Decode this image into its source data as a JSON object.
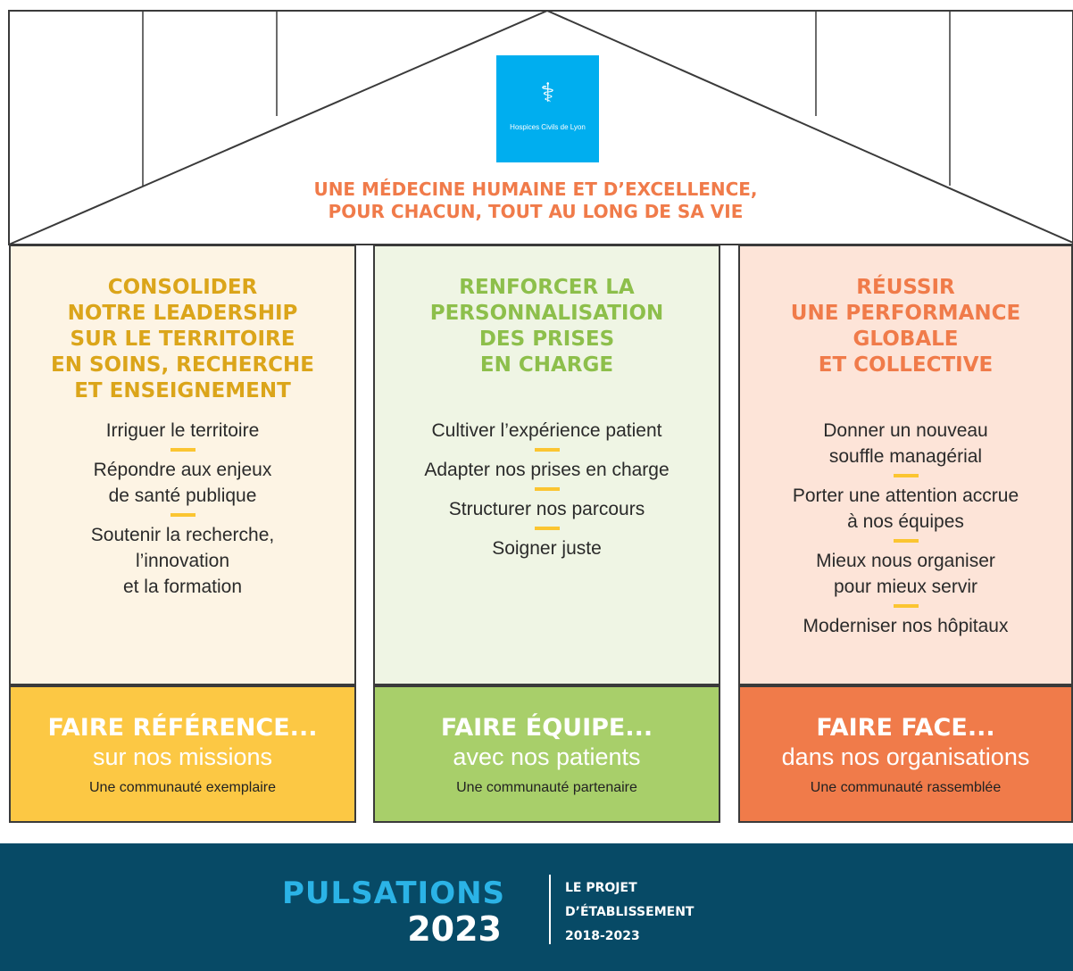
{
  "logo": {
    "name": "Hospices Civils de Lyon",
    "icon": "hospital-logo-icon"
  },
  "mission": {
    "line1": "UNE MÉDECINE HUMAINE ET D’EXCELLENCE,",
    "line2": "POUR CHACUN, TOUT AU LONG DE SA VIE"
  },
  "colors": {
    "yellow_light": "#fdf4e4",
    "green_light": "#eff5e4",
    "orange_light": "#fde4d8",
    "yellow": "#fcc844",
    "green": "#a8cf6a",
    "orange": "#f07b4a",
    "title_yellow": "#dba51a",
    "title_green": "#8dbf4b",
    "title_orange": "#f07b4a",
    "footer": "#074a66",
    "logo": "#00aeef"
  },
  "pillars": [
    {
      "title": [
        "CONSOLIDER",
        "NOTRE LEADERSHIP",
        "SUR LE TERRITOIRE",
        "EN SOINS, RECHERCHE",
        "ET ENSEIGNEMENT"
      ],
      "items": [
        "Irriguer le territoire",
        "Répondre aux enjeux de santé publique",
        "Soutenir la recherche, l’innovation et la formation"
      ],
      "item_lines": [
        [
          "Irriguer le territoire"
        ],
        [
          "Répondre aux enjeux",
          "de santé publique"
        ],
        [
          "Soutenir la recherche,",
          "l’innovation",
          "et la formation"
        ]
      ],
      "base_head": "FAIRE RÉFÉRENCE...",
      "base_sub": "sur nos missions",
      "base_community": "Une communauté exemplaire"
    },
    {
      "title": [
        "RENFORCER LA",
        "PERSONNALISATION",
        "DES PRISES",
        "EN CHARGE"
      ],
      "items": [
        "Cultiver l’expérience patient",
        "Adapter nos prises en charge",
        "Structurer nos parcours",
        "Soigner juste"
      ],
      "item_lines": [
        [
          "Cultiver l’expérience patient"
        ],
        [
          "Adapter nos prises en charge"
        ],
        [
          "Structurer nos parcours"
        ],
        [
          "Soigner juste"
        ]
      ],
      "base_head": "FAIRE ÉQUIPE...",
      "base_sub": "avec nos patients",
      "base_community": "Une communauté partenaire"
    },
    {
      "title": [
        "RÉUSSIR",
        "UNE PERFORMANCE",
        "GLOBALE",
        "ET COLLECTIVE"
      ],
      "items": [
        "Donner un nouveau souffle managérial",
        "Porter une attention accrue à nos équipes",
        "Mieux nous organiser pour mieux servir",
        "Moderniser nos hôpitaux"
      ],
      "item_lines": [
        [
          "Donner un nouveau",
          "souffle managérial"
        ],
        [
          "Porter une attention accrue",
          "à nos équipes"
        ],
        [
          "Mieux nous organiser",
          "pour mieux servir"
        ],
        [
          "Moderniser nos hôpitaux"
        ]
      ],
      "base_head": "FAIRE FACE...",
      "base_sub": "dans nos organisations",
      "base_community": "Une communauté rassemblée"
    }
  ],
  "footer": {
    "brand_word": "PULSATIONS",
    "brand_year": "2023",
    "project_lines": [
      "LE PROJET",
      "D’ÉTABLISSEMENT",
      "2018-2023"
    ]
  }
}
